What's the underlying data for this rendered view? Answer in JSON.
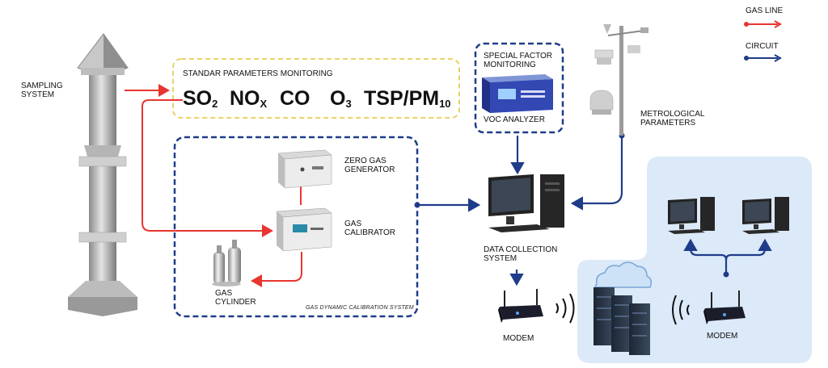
{
  "legend": {
    "gas_line": "GAS LINE",
    "circuit": "CIRCUIT",
    "gas_line_color": "#e8352f",
    "circuit_color": "#1f3c8a"
  },
  "sampling": {
    "lines": [
      "SAMPLING",
      "SYSTEM"
    ]
  },
  "standard": {
    "title": "STANDAR PARAMETERS MONITORING",
    "params": [
      {
        "main": "SO",
        "sub": "2"
      },
      {
        "main": "NO",
        "sub": "X"
      },
      {
        "main": "CO",
        "sub": ""
      },
      {
        "main": "O",
        "sub": "3"
      },
      {
        "main": "TSP/PM",
        "sub": "10"
      }
    ]
  },
  "special": {
    "lines": [
      "SPECIAL FACTOR",
      "MONITORING"
    ],
    "device": "VOC ANALYZER"
  },
  "meteo": {
    "lines": [
      "METROLOGICAL",
      "PARAMETERS"
    ]
  },
  "zero_gas": {
    "lines": [
      "ZERO GAS",
      "GENERATOR"
    ]
  },
  "calibrator": {
    "lines": [
      "GAS",
      "CALIBRATOR"
    ]
  },
  "cylinder": {
    "lines": [
      "GAS",
      "CYLINDER"
    ]
  },
  "calibration_system": "GAS DYNAMIC CALIBRATION SYSTEM",
  "data_collection": {
    "lines": [
      "DATA COLLECTION",
      "SYSTEM"
    ]
  },
  "modem_left": "MODEM",
  "modem_right": "MODEM"
}
